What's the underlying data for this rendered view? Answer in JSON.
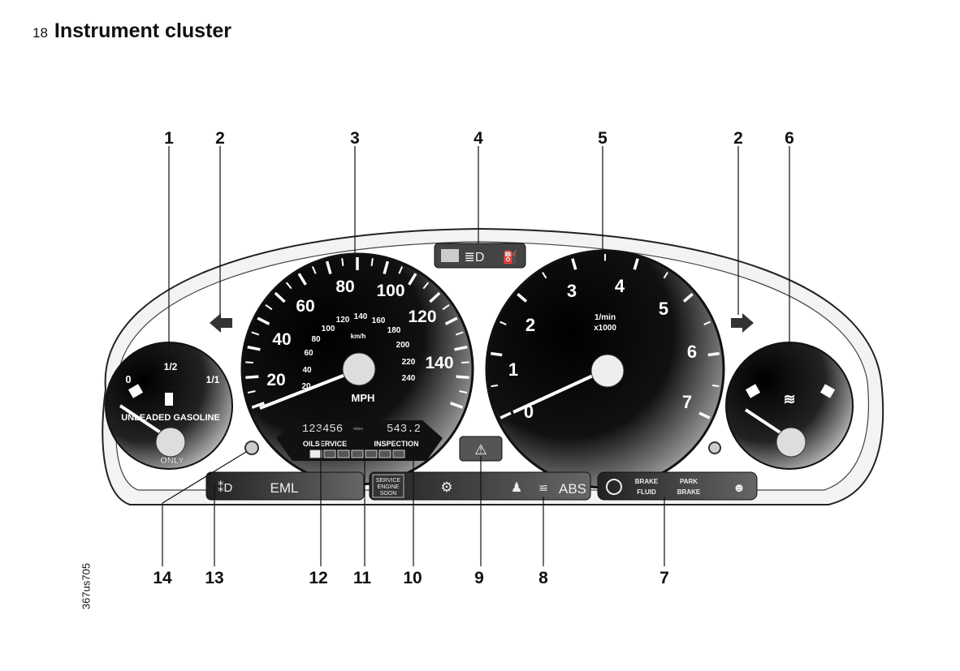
{
  "header": {
    "page_number": "18",
    "title": "Instrument cluster"
  },
  "figure_code": "367us705",
  "callouts_top": [
    "1",
    "2",
    "3",
    "4",
    "5",
    "2",
    "6"
  ],
  "callouts_bottom": [
    "14",
    "13",
    "12",
    "11",
    "10",
    "9",
    "8",
    "7"
  ],
  "fuel_gauge": {
    "labels": [
      "0",
      "1/2",
      "1/1"
    ],
    "text_top": "UNLEADED GASOLINE",
    "text_bottom": "ONLY"
  },
  "speedometer": {
    "mph_labels": [
      "20",
      "40",
      "60",
      "80",
      "100",
      "120",
      "140"
    ],
    "kmh_labels": [
      "20",
      "40",
      "60",
      "80",
      "100",
      "120",
      "140",
      "160",
      "180",
      "200",
      "220",
      "240"
    ],
    "kmh_unit": "km/h",
    "mph_unit": "MPH",
    "odometer": "123456",
    "odometer_unit": "miles",
    "trip": "543.2",
    "oilservice": "OILSERVICE",
    "inspection": "INSPECTION"
  },
  "tachometer": {
    "labels": [
      "0",
      "1",
      "2",
      "3",
      "4",
      "5",
      "6",
      "7"
    ],
    "unit_line1": "1/min",
    "unit_line2": "x1000"
  },
  "indicators": {
    "eml": "EML",
    "service_engine_soon": [
      "SERVICE",
      "ENGINE",
      "SOON"
    ],
    "abs": "ABS",
    "brake_fluid": [
      "BRAKE",
      "FLUID"
    ],
    "park_brake": [
      "PARK",
      "BRAKE"
    ]
  },
  "colors": {
    "ink": "#111111",
    "paper": "#ffffff",
    "dial": "#0a0a0a"
  }
}
